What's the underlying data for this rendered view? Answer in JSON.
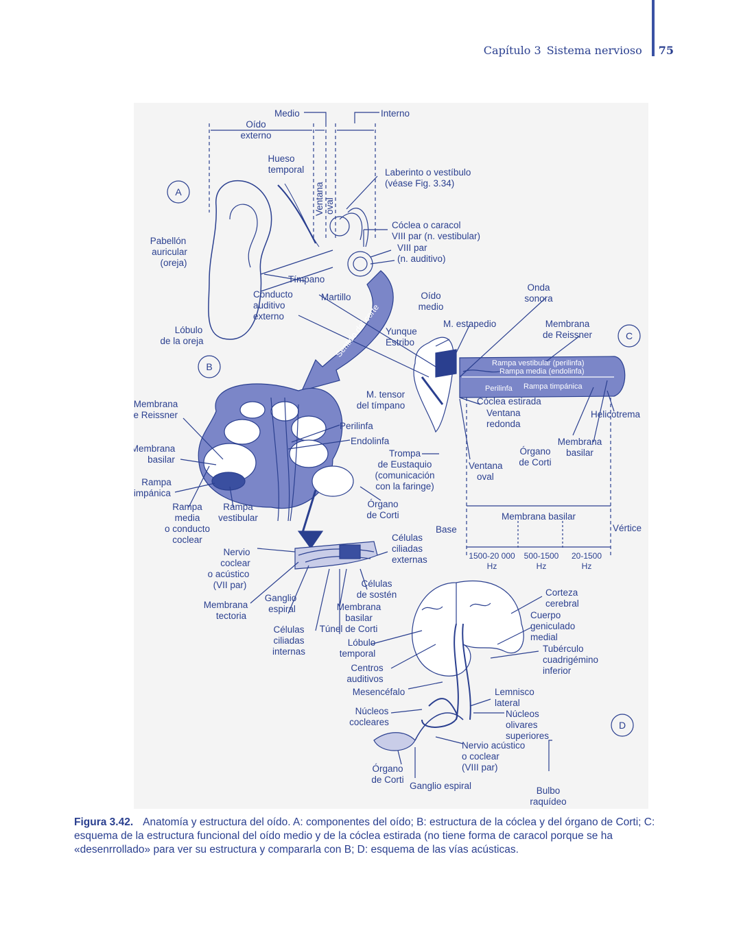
{
  "header": {
    "chapter": "Capítulo 3",
    "section": "Sistema nervioso",
    "page_number": "75"
  },
  "panels": {
    "a": "A",
    "b": "B",
    "c": "C",
    "d": "D"
  },
  "labels_a": {
    "medio": "Medio",
    "interno": "Interno",
    "oido": "Oído",
    "externo": "externo",
    "hueso_1": "Hueso",
    "hueso_2": "temporal",
    "ventana": "Ventana",
    "oval": "oval",
    "laberinto_1": "Laberinto o vestíbulo",
    "laberinto_2": "(véase Fig. 3.34)",
    "coclea_1": "Cóclea o caracol",
    "coclea_2": "VIII par (n. vestibular)",
    "viii_1": "VIII par",
    "viii_2": "(n. auditivo)",
    "pabellon_1": "Pabellón",
    "pabellon_2": "auricular",
    "pabellon_3": "(oreja)",
    "timpano": "Tímpano",
    "conducto_1": "Conducto",
    "conducto_2": "auditivo",
    "conducto_3": "externo",
    "martillo": "Martillo",
    "lobulo_1": "Lóbulo",
    "lobulo_2": "de la oreja",
    "sentido": "Sentido del corte"
  },
  "labels_b": {
    "reissner_1": "Membrana",
    "reissner_2": "de Reissner",
    "basilar_1": "Membrana",
    "basilar_2": "basilar",
    "timpanica_1": "Rampa",
    "timpanica_2": "timpánica",
    "media_1": "Rampa",
    "media_2": "media",
    "media_3": "o conducto",
    "media_4": "coclear",
    "vestibular_1": "Rampa",
    "vestibular_2": "vestibular",
    "perilinfa": "Perilinfa",
    "endolinfa": "Endolinfa",
    "tensor_1": "M. tensor",
    "tensor_2": "del tímpano",
    "trompa_1": "Trompa",
    "trompa_2": "de Eustaquio",
    "trompa_3": "(comunicación",
    "trompa_4": "con la faringe)",
    "corti_1": "Órgano",
    "corti_2": "de Corti",
    "nervio_1": "Nervio",
    "nervio_2": "coclear",
    "nervio_3": "o acústico",
    "nervio_4": "(VII par)",
    "tectoria_1": "Membrana",
    "tectoria_2": "tectoria",
    "ganglio_1": "Ganglio",
    "ganglio_2": "espiral",
    "internas_1": "Células",
    "internas_2": "ciliadas",
    "internas_3": "internas",
    "externas_1": "Células",
    "externas_2": "ciliadas",
    "externas_3": "externas",
    "sosten_1": "Células",
    "sosten_2": "de sostén",
    "mbasilar_1": "Membrana",
    "mbasilar_2": "basilar",
    "tunel": "Túnel de Corti"
  },
  "labels_c": {
    "yunque": "Yunque",
    "estribo": "Estribo",
    "oido_1": "Oído",
    "oido_2": "medio",
    "estapedio": "M. estapedio",
    "onda_1": "Onda",
    "onda_2": "sonora",
    "reissner_1": "Membrana",
    "reissner_2": "de Reissner",
    "rampa_vest": "Rampa vestibular (perilinfa)",
    "rampa_media": "Rampa media (endolinfa)",
    "perilinfa": "Perilinfa",
    "rampa_timp": "Rampa timpánica",
    "coclea_est": "Cóclea estirada",
    "vredonda_1": "Ventana",
    "vredonda_2": "redonda",
    "helicotrema": "Helicotrema",
    "vertice": "Vértice",
    "base": "Base",
    "voval_1": "Ventana",
    "voval_2": "oval",
    "corti_1": "Órgano",
    "corti_2": "de Corti",
    "mbasilar_1": "Membrana",
    "mbasilar_2": "basilar",
    "mbasilar_axis": "Membrana basilar",
    "f1": "1500-20 000",
    "f2": "500-1500",
    "f3": "20-1500",
    "hz": "Hz"
  },
  "labels_d": {
    "corteza_1": "Corteza",
    "corteza_2": "cerebral",
    "geniculado_1": "Cuerpo",
    "geniculado_2": "geniculado",
    "geniculado_3": "medial",
    "tuberculo_1": "Tubérculo",
    "tuberculo_2": "cuadrigémino",
    "tuberculo_3": "inferior",
    "lobulo_1": "Lóbulo",
    "lobulo_2": "temporal",
    "centros_1": "Centros",
    "centros_2": "auditivos",
    "mesencefalo": "Mesencéfalo",
    "nucleos_1": "Núcleos",
    "nucleos_2": "cocleares",
    "lemnisco_1": "Lemnisco",
    "lemnisco_2": "lateral",
    "olivares_1": "Núcleos",
    "olivares_2": "olivares",
    "olivares_3": "superiores",
    "nervio_1": "Nervio acústico",
    "nervio_2": "o coclear",
    "nervio_3": "(VIII par)",
    "corti_1": "Órgano",
    "corti_2": "de Corti",
    "ganglio": "Ganglio espiral",
    "bulbo_1": "Bulbo",
    "bulbo_2": "raquídeo"
  },
  "caption": {
    "label": "Figura 3.42.",
    "text": "Anatomía y estructura del oído. A: componentes del oído; B: estructura de la cóclea y del órgano de Corti; C: esquema de la estructura funcional del oído medio y de la cóclea estirada (no tiene forma de caracol porque se ha «desenrrollado» para ver su estructura y compararla con B; D: esquema de las vías acústicas."
  },
  "colors": {
    "ink": "#2a3f8f",
    "fill_blue": "#7b86c8",
    "figure_bg": "#f4f4f4"
  }
}
